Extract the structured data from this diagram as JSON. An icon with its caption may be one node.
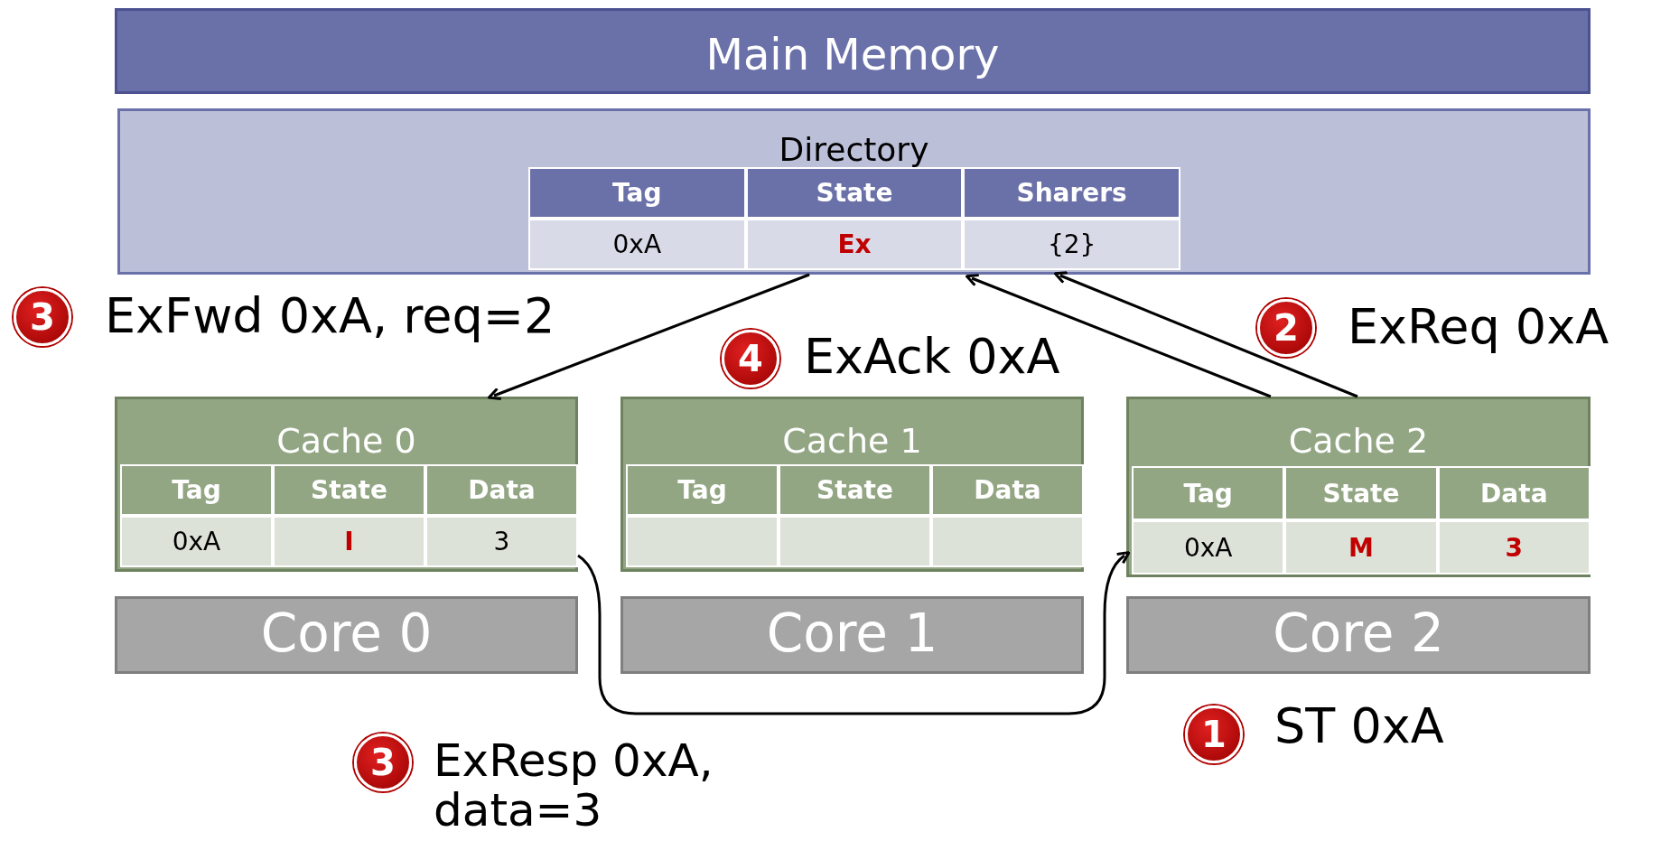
{
  "diagram": {
    "nodes": [
      {
        "text": [
          "Main Memory"
        ]
      },
      {
        "text": [
          "Directory",
          "Tag",
          "State",
          "Sharers",
          "0xA",
          "Ex",
          "{2}"
        ]
      },
      {
        "text": [
          "Cache 0",
          "Tag",
          "State",
          "Data",
          "0xA",
          "I",
          "3"
        ]
      },
      {
        "text": [
          "Cache 1",
          "Tag",
          "State",
          "Data"
        ]
      },
      {
        "text": [
          "Cache 2",
          "Tag",
          "State",
          "Data",
          "0xA",
          "M",
          "3"
        ]
      },
      {
        "text": [
          "Core 0"
        ]
      },
      {
        "text": [
          "Core 1"
        ]
      },
      {
        "text": [
          "Core 2"
        ]
      }
    ],
    "edges": [
      {
        "from": 1,
        "to": 2,
        "arrow": "to",
        "label": "ExFwd 0xA, req=2"
      },
      {
        "from": 4,
        "to": 1,
        "arrow": "to",
        "label": "ExReq 0xA"
      },
      {
        "from": 4,
        "to": 1,
        "arrow": "to",
        "label": "ExAck 0xA"
      },
      {
        "from": 2,
        "to": 4,
        "arrow": "to",
        "label": "ExResp 0xA, data=3"
      }
    ],
    "labels": [
      "3",
      "2",
      "4",
      "3",
      "1",
      "ST 0xA"
    ]
  }
}
